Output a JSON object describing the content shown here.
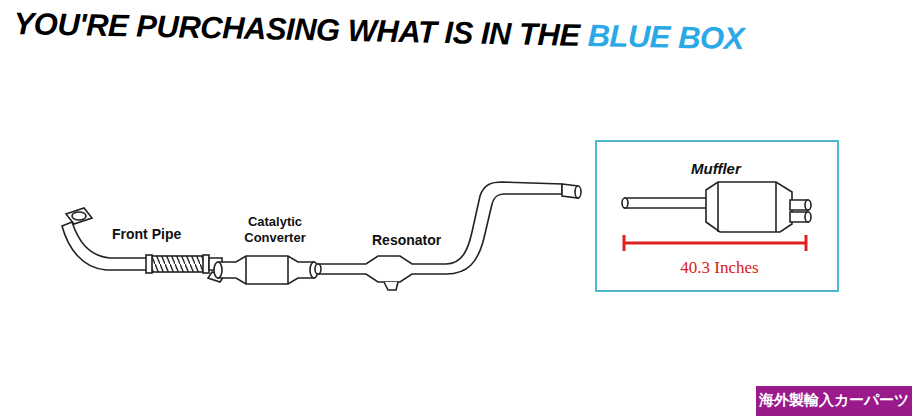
{
  "diagram": {
    "title": "YOU'RE PURCHASING WHAT IS IN THE",
    "nodes": [
      {
        "text": [
          "Muffler",
          "40.3 Inches"
        ]
      }
    ],
    "labels": [
      "BLUE BOX",
      "Front Pipe",
      "Catalytic Converter",
      "Resonator",
      "海外製輸入カーパーツ"
    ]
  }
}
